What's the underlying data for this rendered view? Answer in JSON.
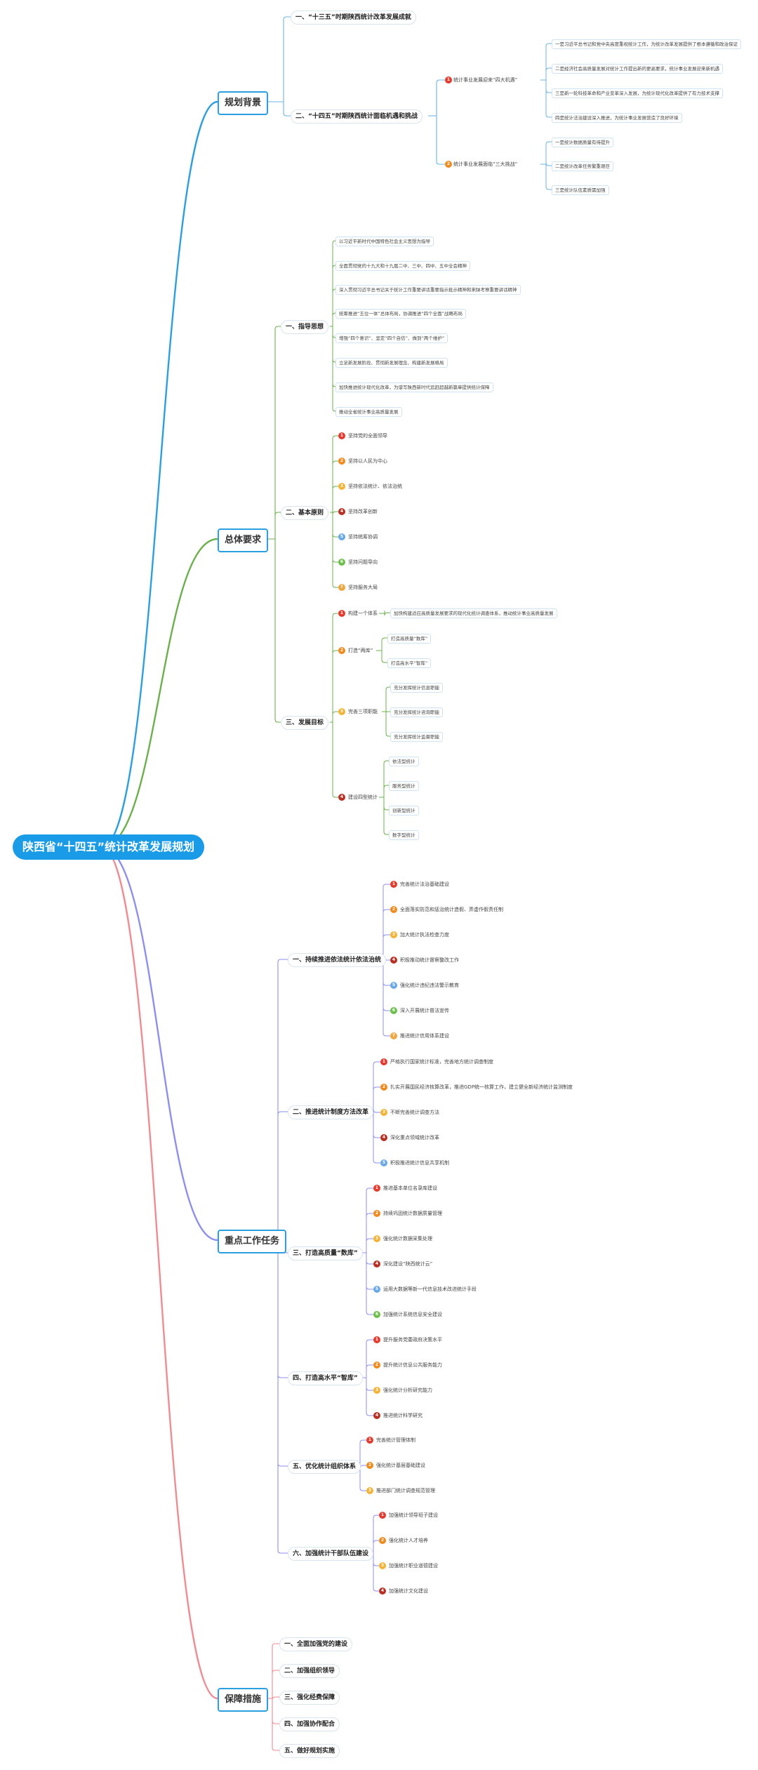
{
  "title": "陕西省“十四五”统计改革发展规划",
  "colors": {
    "blue": "#2b9fe0",
    "green": "#6ab04c",
    "purple": "#8d8ff0",
    "pink": "#f28a92",
    "line": "#6cb4e6"
  },
  "branches": {
    "bg": {
      "label": "规划背景",
      "s1": "一、“十三五”时期陕西统计改革发展成就",
      "s2": "二、“十四五”时期陕西统计面临机遇和挑战",
      "op": {
        "label": "统计事业发展迎来“四大机遇”",
        "items": [
          "一是习近平总书记和党中央高度重视统计工作，为统计改革发展提供了根本遵循和政治保证",
          "二是经济社会高质量发展对统计工作提出新的更高要求，统计事业发展迎来新机遇",
          "三是新一轮科技革命和产业变革深入发展，为统计现代化改革提供了有力技术支撑",
          "四是统计法治建设深入推进，为统计事业发展营造了良好环境"
        ]
      },
      "ch": {
        "label": "统计事业发展面临“三大挑战”",
        "items": [
          "一是统计数据质量有待提升",
          "二是统计改革任务繁重艰巨",
          "三是统计队伍素质需加强"
        ]
      }
    },
    "req": {
      "label": "总体要求",
      "g": {
        "label": "一、指导思想",
        "items": [
          "以习近平新时代中国特色社会主义思想为指导",
          "全面贯彻党的十九大和十九届二中、三中、四中、五中全会精神",
          "深入贯彻习近平总书记关于统计工作重要讲话重要指示批示精神和来陕考察重要讲话精神",
          "统筹推进“五位一体”总体布局，协调推进“四个全面”战略布局",
          "增强“四个意识”、坚定“四个自信”、做到“两个维护”",
          "立足新发展阶段、贯彻新发展理念、构建新发展格局",
          "加快推进统计现代化改革，为谱写陕西新时代追赶超越新篇章提供统计保障",
          "推动全省统计事业高质量发展"
        ]
      },
      "p": {
        "label": "二、基本原则",
        "items": [
          "坚持党的全面领导",
          "坚持以人民为中心",
          "坚持依法统计、依法治统",
          "坚持改革创新",
          "坚持统筹协调",
          "坚持问题导向",
          "坚持服务大局"
        ]
      },
      "t": {
        "label": "三、发展目标",
        "a": {
          "label": "构建一个体系",
          "item": "加快构建适应高质量发展要求的现代化统计调查体系，推动统计事业高质量发展"
        },
        "b": {
          "label": "打造“两库”",
          "items": [
            "打造高质量“数库”",
            "打造高水平“智库”"
          ]
        },
        "c": {
          "label": "完善三项职能",
          "items": [
            "充分发挥统计信息职能",
            "充分发挥统计咨询职能",
            "充分发挥统计监督职能"
          ]
        },
        "d": {
          "label": "建设四型统计",
          "items": [
            "依法型统计",
            "服务型统计",
            "创新型统计",
            "数字型统计"
          ]
        }
      }
    },
    "tasks": {
      "label": "重点工作任务",
      "s1": {
        "label": "一、持续推进依法统计依法治统",
        "items": [
          "完善统计法治基础建设",
          "全面落实防范和惩治统计造假、弄虚作假责任制",
          "加大统计执法检查力度",
          "积极推动统计督察整改工作",
          "强化统计违纪违法警示教育",
          "深入开展统计普法宣传",
          "推进统计信用体系建设"
        ]
      },
      "s2": {
        "label": "二、推进统计制度方法改革",
        "items": [
          "严格执行国家统计标准，完善地方统计调查制度",
          "扎实开展国民经济核算改革，推进GDP统一核算工作，建立健全新经济统计监测制度",
          "不断完善统计调查方法",
          "深化重点领域统计改革",
          "积极推进统计信息共享机制"
        ]
      },
      "s3": {
        "label": "三、打造高质量“数库”",
        "items": [
          "推进基本单位名录库建设",
          "持续巩固统计数据质量管理",
          "强化统计数据采集处理",
          "深化建设“陕西统计云”",
          "运用大数据等新一代信息技术改进统计手段",
          "加强统计系统信息安全建设"
        ]
      },
      "s4": {
        "label": "四、打造高水平“智库”",
        "items": [
          "提升服务党委政府决策水平",
          "提升统计信息公共服务能力",
          "强化统计分析研究能力",
          "推进统计科学研究"
        ]
      },
      "s5": {
        "label": "五、优化统计组织体系",
        "items": [
          "完善统计管理体制",
          "强化统计基层基础建设",
          "推进部门统计调查规范管理"
        ]
      },
      "s6": {
        "label": "六、加强统计干部队伍建设",
        "items": [
          "加强统计领导班子建设",
          "强化统计人才培养",
          "加强统计职业道德建设",
          "加强统计文化建设"
        ]
      }
    },
    "guard": {
      "label": "保障措施",
      "items": [
        "一、全面加强党的建设",
        "二、加强组织领导",
        "三、强化经费保障",
        "四、加强协作配合",
        "五、做好规划实施"
      ]
    }
  }
}
